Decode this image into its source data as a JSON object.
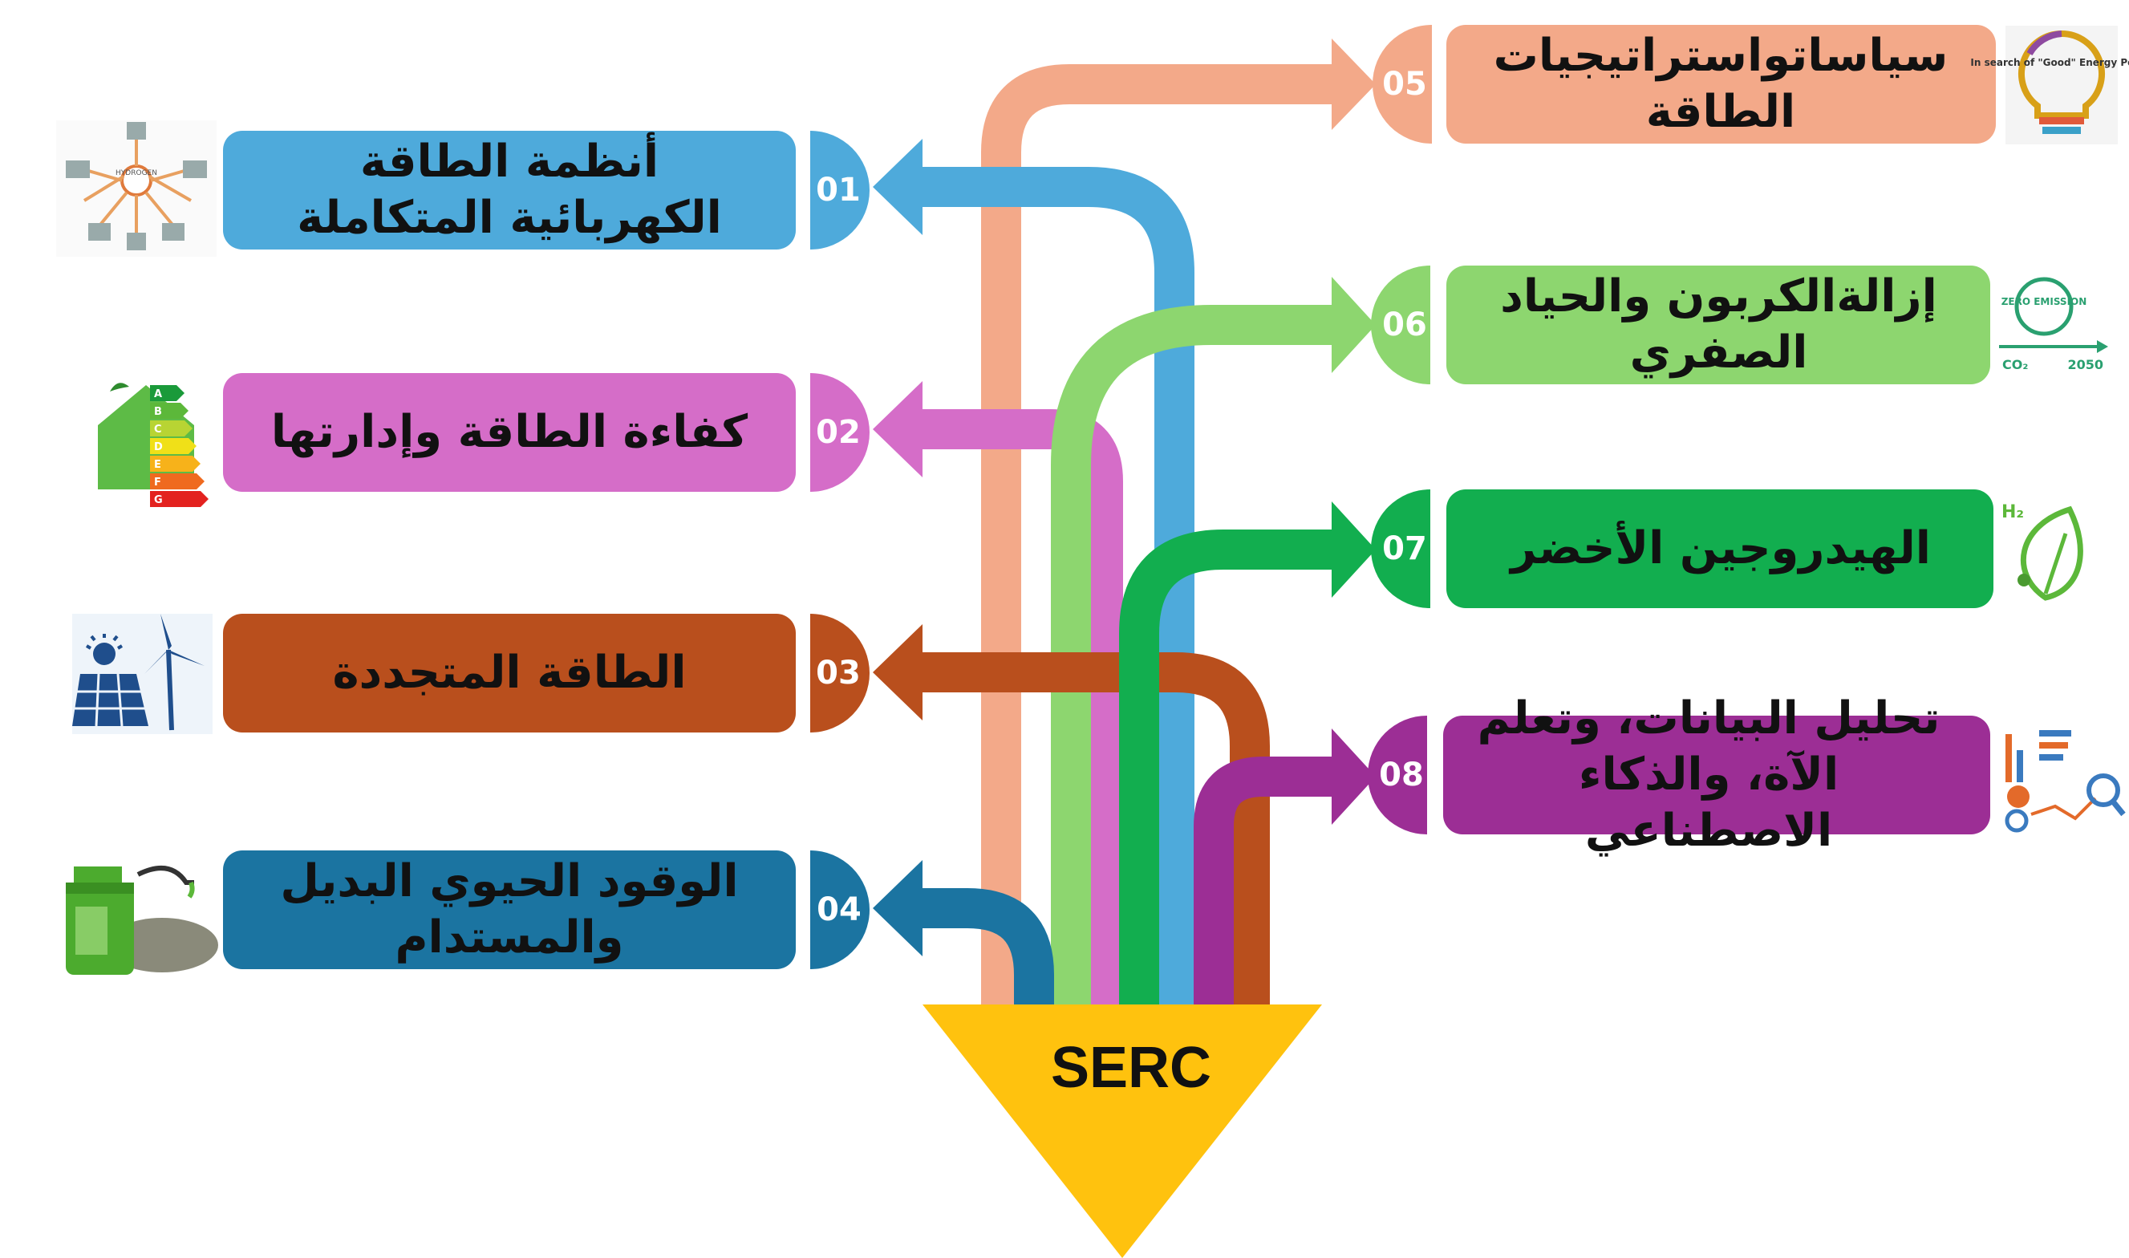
{
  "center_label": "SERC",
  "topics": [
    {
      "id": "01",
      "label": "أنظمة الطاقة الكهربائية المتكاملة",
      "color": "#4EAADB",
      "icon": "integrated-power-systems-icon"
    },
    {
      "id": "02",
      "label": "كفاءة الطاقة وإدارتها",
      "color": "#D56DC8",
      "icon": "energy-rating-house-icon"
    },
    {
      "id": "03",
      "label": "الطاقة المتجددة",
      "color": "#B94F1D",
      "icon": "solar-wind-icon"
    },
    {
      "id": "04",
      "label": "الوقود الحيوي البديل والمستدام",
      "color": "#1B74A1",
      "icon": "biofuel-icon"
    },
    {
      "id": "05",
      "label": "سياساتواستراتيجيات الطاقة",
      "color": "#F3A989",
      "icon": "good-energy-policy-icon"
    },
    {
      "id": "06",
      "label": "إزالةالكربون والحياد الصفري",
      "color": "#8DD66F",
      "icon": "zero-emission-icon"
    },
    {
      "id": "07",
      "label": "الهيدروجين الأخضر",
      "color": "#12AE4F",
      "icon": "hydrogen-leaf-icon"
    },
    {
      "id": "08",
      "label": "تحليل البيانات، وتعلم الآة، والذكاء الاصطناعي",
      "color": "#9C2E95",
      "icon": "data-analytics-icon"
    }
  ],
  "triangle_color": "#FFC20E",
  "icon_text": {
    "policy": "In search of \"Good\" Energy Policy",
    "zero": "ZERO EMISSION",
    "co2": "CO₂",
    "year": "2050",
    "h2": "H₂",
    "hub": "HYDROGEN",
    "ratings": [
      "A",
      "B",
      "C",
      "D",
      "E",
      "F",
      "G"
    ]
  }
}
